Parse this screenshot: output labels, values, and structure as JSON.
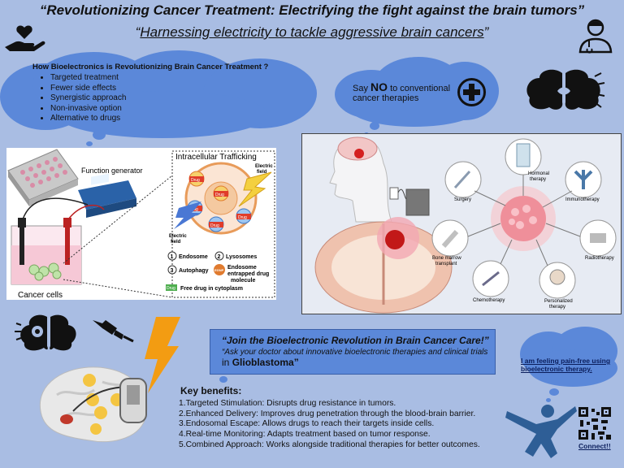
{
  "header": {
    "title": "“Revolutionizing Cancer Treatment: Electrifying the fight against the brain tumors”",
    "subtitle_open": "“",
    "subtitle": "Harnessing electricity to tackle aggressive brain cancers",
    "subtitle_close": "”"
  },
  "cloud_benefits": {
    "heading": "How Bioelectronics is Revolutionizing Brain Cancer Treatment ?",
    "items": [
      "Targeted treatment",
      "Fewer side  effects",
      "Synergistic approach",
      "Non-invasive option",
      "Alternative to drugs"
    ]
  },
  "cloud_say_no": {
    "pre": "Say ",
    "no": "NO",
    "post": " to conventional cancer therapies"
  },
  "diagram_left": {
    "title": "Intracellular Trafficking",
    "function_generator": "Function generator",
    "cancer_cells": "Cancer cells",
    "electric_field_1": "Electric",
    "electric_field_1b": "field",
    "electric_field_2": "Electric",
    "electric_field_2b": "field",
    "drug": "Drug",
    "legend": [
      {
        "num": "1",
        "label": "Endosome"
      },
      {
        "num": "2",
        "label": "Lysosomes"
      },
      {
        "num": "3",
        "label": "Autophagy"
      },
      {
        "num": "EGNP",
        "label": "Endosome"
      },
      {
        "num": "Drug",
        "label": "Free drug in cytoplasm"
      }
    ],
    "endosome_extra_1": "entrapped drug",
    "endosome_extra_2": "molecule"
  },
  "diagram_right": {
    "surgery": "Surgery",
    "hormonal": "Hormonal",
    "hormonal_b": "therapy",
    "immuno": "Immunotherapy",
    "bone_marrow": "Bone marrow",
    "bone_marrow_b": "transplant",
    "radio": "Radiotherapy",
    "chemo": "Chemotherapy",
    "personalized": "Personalized",
    "personalized_b": "therapy"
  },
  "join": {
    "headline": "“Join the Bioelectronic Revolution in Brain Cancer Care!”",
    "body": "“Ask your doctor about innovative bioelectronic therapies and clinical trials ",
    "body_in": "in ",
    "body_bold": "Glioblastoma”"
  },
  "benefits": {
    "heading": "Key benefits:",
    "items": [
      "1.Targeted Stimulation: Disrupts drug resistance in tumors.",
      "2.Enhanced Delivery: Improves drug penetration through the blood-brain barrier.",
      "3.Endosomal Escape: Allows drugs to reach their targets inside cells.",
      "4.Real-time Monitoring: Adapts treatment based on tumor response.",
      "5.Combined Approach: Works alongside traditional therapies for better outcomes."
    ]
  },
  "pain_free": "I am feeling pain-free using bioelectronic therapy.",
  "connect": "Connect!!",
  "colors": {
    "background": "#a9bde3",
    "cloud": "#5b88d9",
    "accent_red": "#c0392b",
    "bolt": "#f39c12",
    "icon_dark": "#1a1a1a"
  },
  "icons": [
    "care-hand-icon",
    "doctor-icon",
    "medical-cross-icon",
    "brain-icon",
    "plug-icon",
    "lightning-icon",
    "person-icon",
    "qr-code-icon"
  ]
}
